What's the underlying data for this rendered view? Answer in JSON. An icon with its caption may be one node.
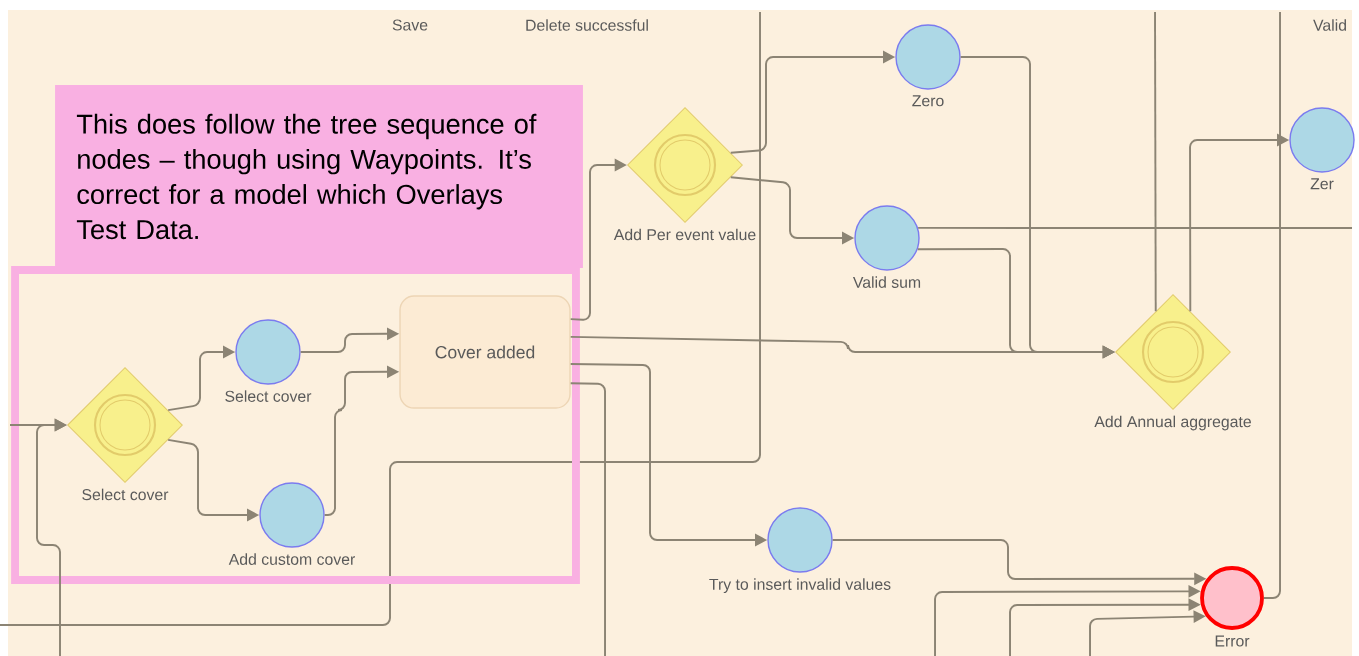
{
  "diagram": {
    "nodes": [
      {
        "text": [
          "This does follow the tree sequence of nodes – though using Waypoints. It’s correct for a model which Overlays Test Data."
        ]
      },
      {
        "text": [],
        "shape": "box"
      },
      {
        "text": [],
        "shape": "diamond",
        "in": 1,
        "beside": [
          "Select cover"
        ]
      },
      {
        "text": [],
        "shape": "circle",
        "in": 1,
        "beside": [
          "Select cover"
        ]
      },
      {
        "text": [],
        "shape": "circle",
        "in": 1,
        "beside": [
          "Add custom cover"
        ]
      },
      {
        "text": [
          "Cover added"
        ],
        "in": 1
      },
      {
        "text": [],
        "shape": "diamond",
        "beside": [
          "Add Per event value"
        ]
      },
      {
        "text": [],
        "shape": "circle",
        "beside": [
          "Zero"
        ]
      },
      {
        "text": [],
        "shape": "circle",
        "beside": [
          "Valid sum"
        ]
      },
      {
        "text": [],
        "shape": "diamond",
        "beside": [
          "Add Annual aggregate"
        ]
      },
      {
        "text": [],
        "shape": "circle",
        "beside": [
          "Zer"
        ]
      },
      {
        "text": [],
        "shape": "circle",
        "beside": [
          "Try to insert invalid values"
        ]
      },
      {
        "text": [],
        "shape": "circle",
        "beside": [
          "Error"
        ]
      }
    ],
    "edges": [
      {
        "from": null,
        "to": 2,
        "arrow": "to"
      },
      {
        "from": null,
        "to": 2,
        "arrow": "to"
      },
      {
        "from": 2,
        "to": 3,
        "arrow": "to"
      },
      {
        "from": 2,
        "to": 4,
        "arrow": "to"
      },
      {
        "from": 3,
        "to": 5,
        "arrow": "to"
      },
      {
        "from": 4,
        "to": 5,
        "arrow": "to"
      },
      {
        "from": 5,
        "to": 6,
        "arrow": "to"
      },
      {
        "from": 6,
        "to": 7,
        "arrow": "to"
      },
      {
        "from": 6,
        "to": 8,
        "arrow": "to"
      },
      {
        "from": 7,
        "to": 9,
        "arrow": "to"
      },
      {
        "from": 8,
        "to": 9,
        "arrow": "to"
      },
      {
        "from": 5,
        "to": 9,
        "arrow": "to"
      },
      {
        "from": 9,
        "to": 10,
        "arrow": "to"
      },
      {
        "from": 9,
        "to": null,
        "arrow": "none"
      },
      {
        "from": 8,
        "to": null,
        "arrow": "none"
      },
      {
        "from": 5,
        "to": 11,
        "arrow": "to"
      },
      {
        "from": 5,
        "to": null,
        "arrow": "none"
      },
      {
        "from": 11,
        "to": 12,
        "arrow": "to"
      },
      {
        "from": null,
        "to": 12,
        "arrow": "to"
      },
      {
        "from": null,
        "to": 12,
        "arrow": "to"
      },
      {
        "from": null,
        "to": 12,
        "arrow": "to"
      },
      {
        "from": 12,
        "to": null,
        "arrow": "none"
      }
    ],
    "labels": [
      "Save",
      "Delete successful",
      "Valid"
    ]
  }
}
